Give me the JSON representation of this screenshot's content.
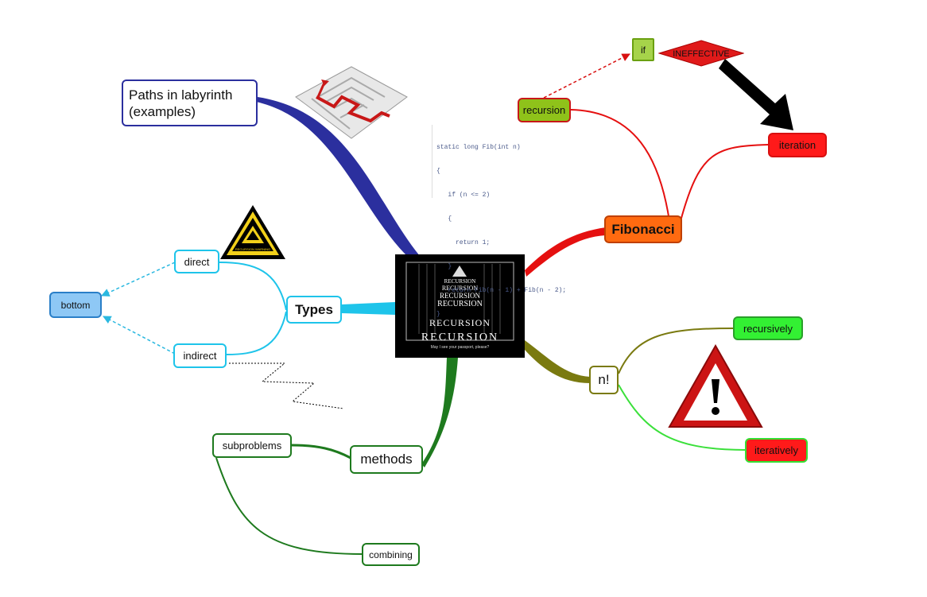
{
  "center": {
    "words": [
      "RECURSION",
      "RECURSION",
      "RECURSION",
      "RECURSION",
      "RECURSION",
      "RECURSION"
    ],
    "caption": "May I see your passport, please?"
  },
  "nodes": {
    "paths": "Paths in labyrinth\n(examples)",
    "types": "Types",
    "direct": "direct",
    "indirect": "indirect",
    "bottom": "bottom",
    "methods": "methods",
    "subproblems": "subproblems",
    "combining": "combining",
    "fibonacci": "Fibonacci",
    "recursion": "recursion",
    "if": "if",
    "ineffective": "INEFFECTIVE",
    "iteration": "iteration",
    "factorial": "n!",
    "recursively": "recursively",
    "iteratively": "iteratively"
  },
  "code_lines": [
    "static long Fib(int n)",
    "{",
    "   if (n <= 2)",
    "   {",
    "     return 1;",
    "   }",
    "   return Fib(n - 1) + Fib(n - 2);",
    "}"
  ],
  "warning_sign": "RECURSION WARNING",
  "colors": {
    "paths_branch": "#2b2f9e",
    "types_branch": "#1ec4ea",
    "methods_branch": "#1e7a1e",
    "fib_branch": "#e51010",
    "fact_branch": "#7a7a10",
    "recursion_fill": "#8fc21a",
    "iteration_fill": "#ff1a1a",
    "bottom_fill": "#8ec8f5",
    "fibonacci_fill": "#ff6a10"
  }
}
